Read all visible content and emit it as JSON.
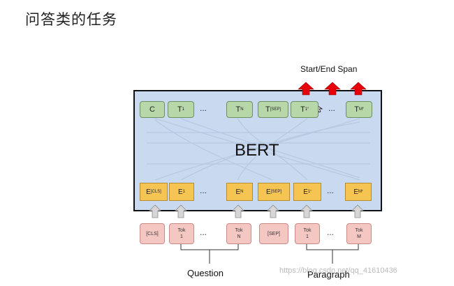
{
  "slide_title": "问答类的任务",
  "diagram": {
    "model_label": "BERT",
    "output_caption": "Start/End Span",
    "colors": {
      "model_box": "#c9d9f0",
      "output_box": "#b7d7a8",
      "embedding_box": "#f6c453",
      "token_box": "#f4c7c3",
      "arrow_up": "#e8000b"
    },
    "outputs": [
      {
        "main": "C",
        "sub": "",
        "prime": ""
      },
      {
        "main": "T",
        "sub": "1",
        "prime": ""
      },
      {
        "main": "T",
        "sub": "N",
        "prime": ""
      },
      {
        "main": "T",
        "sub": "[SEP]",
        "prime": ""
      },
      {
        "main": "T",
        "sub": "1",
        "prime": "'"
      },
      {
        "main": "T",
        "sub": "M",
        "prime": "'"
      }
    ],
    "embeddings": [
      {
        "main": "E",
        "sub": "[CLS]",
        "prime": ""
      },
      {
        "main": "E",
        "sub": "1",
        "prime": ""
      },
      {
        "main": "E",
        "sub": "N",
        "prime": ""
      },
      {
        "main": "E",
        "sub": "[SEP]",
        "prime": ""
      },
      {
        "main": "E",
        "sub": "1",
        "prime": "'"
      },
      {
        "main": "E",
        "sub": "M",
        "prime": "'"
      }
    ],
    "tokens": [
      {
        "line1": "[CLS]",
        "line2": ""
      },
      {
        "line1": "Tok",
        "line2": "1"
      },
      {
        "line1": "Tok",
        "line2": "N"
      },
      {
        "line1": "[SEP]",
        "line2": ""
      },
      {
        "line1": "Tok",
        "line2": "1"
      },
      {
        "line1": "Tok",
        "line2": "M"
      }
    ],
    "ellipsis": "...",
    "group_labels": {
      "question": "Question",
      "paragraph": "Paragraph"
    }
  },
  "watermark": "https://blog.csdn.net/qq_41610436"
}
